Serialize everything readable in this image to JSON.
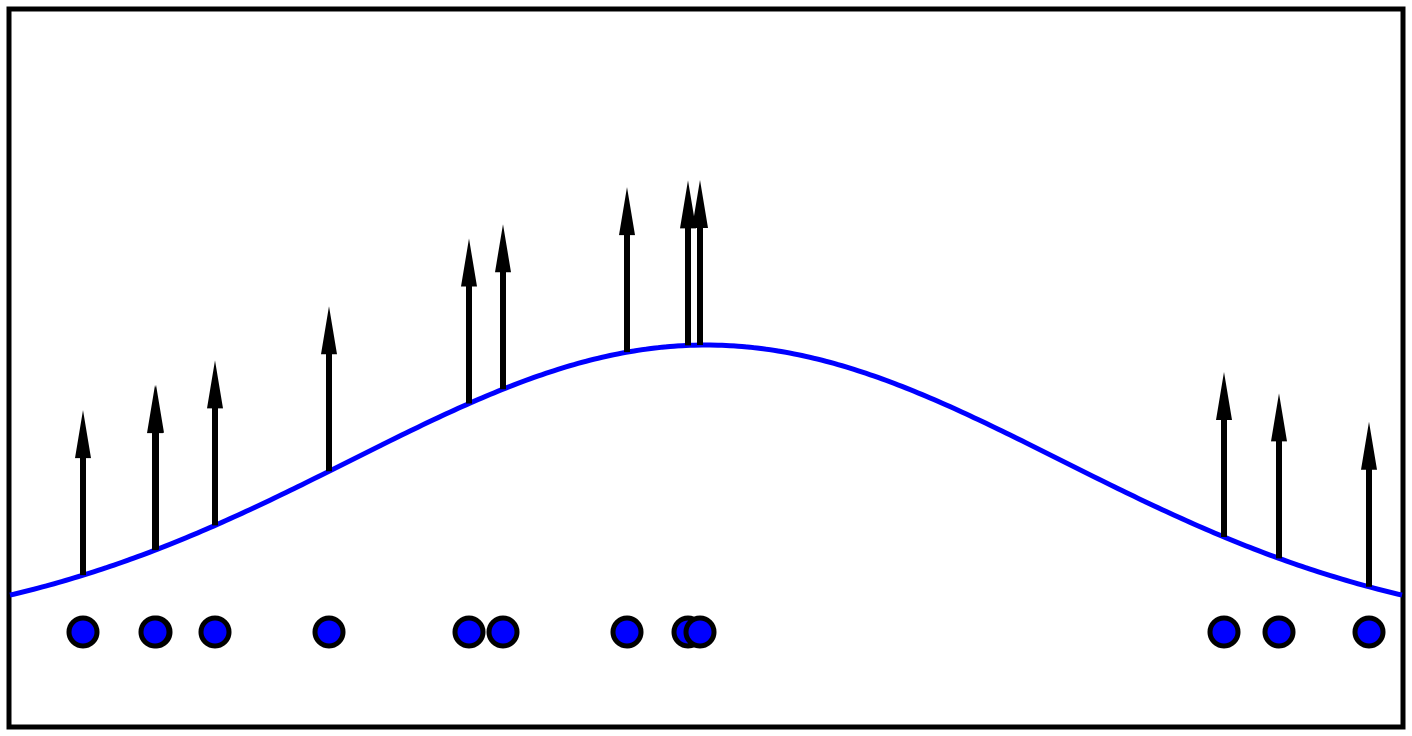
{
  "diagram": {
    "colors": {
      "frame": "#000000",
      "curve": "#0000ff",
      "arrow": "#000000",
      "point_fill": "#0000ff",
      "point_stroke": "#000000",
      "background": "#ffffff"
    },
    "points": [
      {
        "id": "p1"
      },
      {
        "id": "p2"
      },
      {
        "id": "p3"
      },
      {
        "id": "p4"
      },
      {
        "id": "p5"
      },
      {
        "id": "p6"
      },
      {
        "id": "p7"
      },
      {
        "id": "p8"
      },
      {
        "id": "p9"
      },
      {
        "id": "p10"
      },
      {
        "id": "p11"
      },
      {
        "id": "p12"
      },
      {
        "id": "p13"
      }
    ]
  }
}
